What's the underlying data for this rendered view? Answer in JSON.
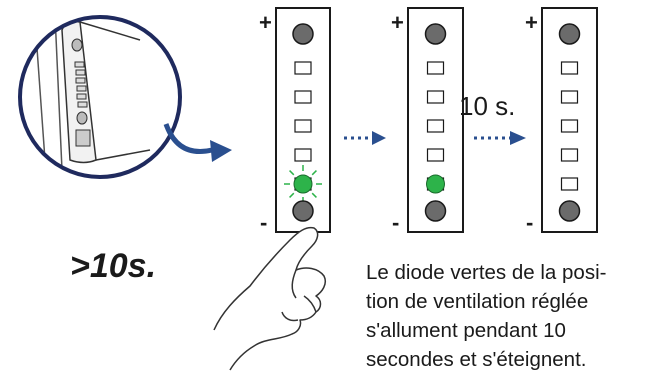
{
  "panels": [
    {
      "id": "panel-1",
      "plus": "+",
      "minus": "-",
      "lit_led": 5,
      "glow": true
    },
    {
      "id": "panel-2",
      "plus": "+",
      "minus": "-",
      "lit_led": 5,
      "glow": false
    },
    {
      "id": "panel-3",
      "plus": "+",
      "minus": "-",
      "lit_led": 0,
      "glow": false
    }
  ],
  "timer_label": "10 s.",
  "duration_label": ">10s.",
  "caption_lines": [
    "Le diode vertes de la posi-",
    "tion de ventilation réglée",
    "s'allument pendant 10",
    "secondes et s'éteignent."
  ],
  "colors": {
    "led_green": "#2db34a",
    "button_grey": "#6b6b6b",
    "arrow_blue": "#2a4f8f",
    "circle_navy": "#1f2a5e"
  }
}
